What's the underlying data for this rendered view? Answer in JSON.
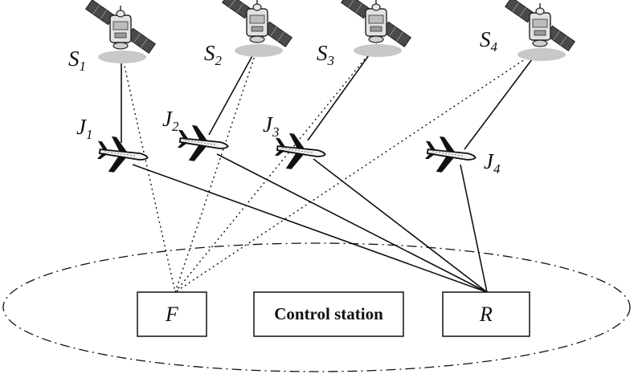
{
  "satellites": [
    {
      "id": "s1",
      "label": "S",
      "sub": "1"
    },
    {
      "id": "s2",
      "label": "S",
      "sub": "2"
    },
    {
      "id": "s3",
      "label": "S",
      "sub": "3"
    },
    {
      "id": "s4",
      "label": "S",
      "sub": "4"
    }
  ],
  "aircraft": [
    {
      "id": "j1",
      "label": "J",
      "sub": "1"
    },
    {
      "id": "j2",
      "label": "J",
      "sub": "2"
    },
    {
      "id": "j3",
      "label": "J",
      "sub": "3"
    },
    {
      "id": "j4",
      "label": "J",
      "sub": "4"
    }
  ],
  "ground": {
    "transmitter": "F",
    "control_station": "Control station",
    "receiver": "R"
  },
  "colors": {
    "ink": "#111111",
    "satellite_body": "#d9d9d9",
    "panel": "#555555",
    "shadow": "#bfbfbf"
  }
}
